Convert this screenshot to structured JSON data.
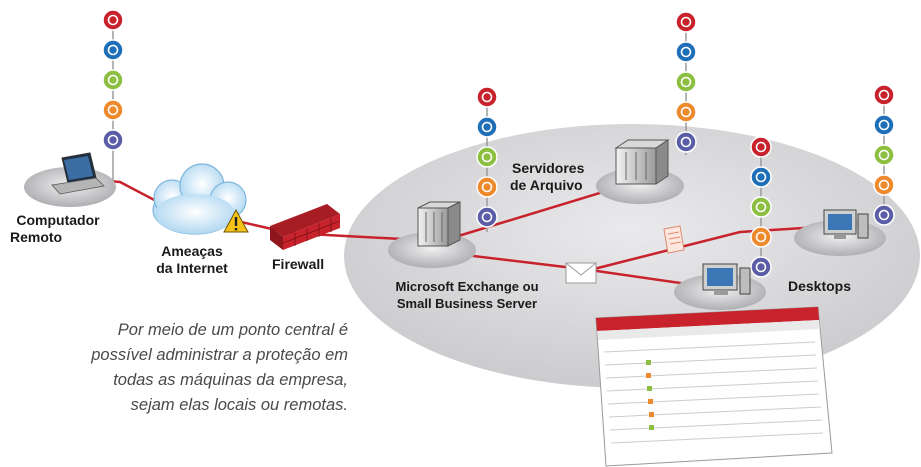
{
  "labels": {
    "remote_computer": [
      "Computador",
      "Remoto"
    ],
    "internet_threats": [
      "Ameaças",
      "da Internet"
    ],
    "firewall": "Firewall",
    "file_servers": [
      "Servidores",
      "de Arquivo"
    ],
    "exchange_server": [
      "Microsoft Exchange ou",
      "Small Business Server"
    ],
    "desktops": "Desktops"
  },
  "caption": [
    "Por meio de um ponto central é",
    "possível administrar a proteção em",
    "todas as máquinas da empresa,",
    "sejam elas locais ou remotas."
  ],
  "colors": {
    "connection_line": "#c8232c",
    "platform": "#d7d7d9",
    "firewall": "#c8232c",
    "protection_icons": [
      "#c8232c",
      "#1f6fb8",
      "#8cbf3f",
      "#ef8a2c",
      "#5b5ea6"
    ]
  },
  "protection_icon_names": [
    "antivirus-shield-icon",
    "antispyware-icon",
    "network-protection-icon",
    "email-protection-icon",
    "device-control-icon"
  ]
}
